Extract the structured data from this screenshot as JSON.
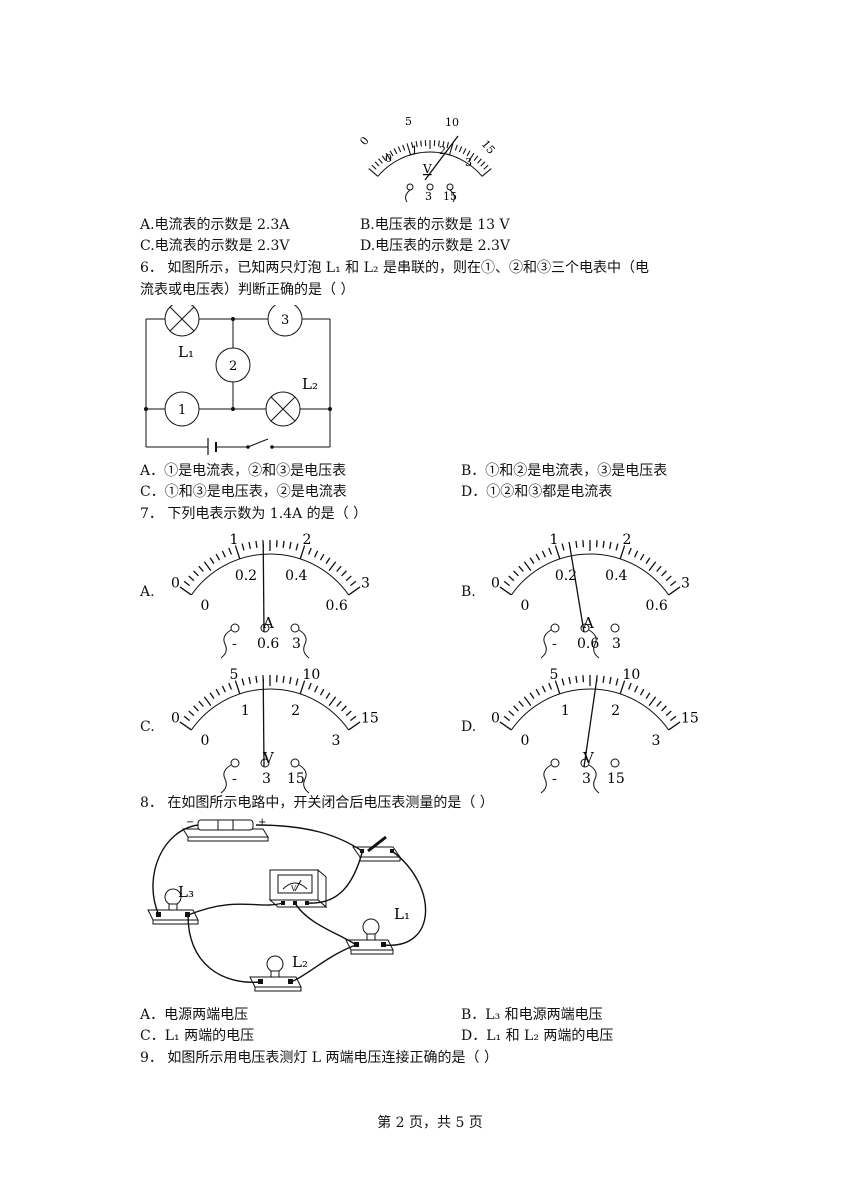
{
  "q5": {
    "meter": {
      "top_scale": [
        "0",
        "5",
        "10",
        "15"
      ],
      "bottom_scale": [
        "0",
        "1",
        "2",
        "3"
      ],
      "unit": "V",
      "terminals": [
        "3",
        "15"
      ]
    },
    "options": {
      "A": "A.电流表的示数是 2.3A",
      "B": "B.电压表的示数是 13 V",
      "C": "C.电流表的示数是 2.3V",
      "D": "D.电压表的示数是 2.3V"
    }
  },
  "q6": {
    "stem_line1": "6．   如图所示，已知两只灯泡 L₁ 和 L₂ 是串联的，则在①、②和③三个电表中（电",
    "stem_line2": "流表或电压表）判断正确的是（          ）",
    "circuit": {
      "m1": "1",
      "m2": "2",
      "m3": "3",
      "L1": "L₁",
      "L2": "L₂"
    },
    "options": {
      "A": "A．①是电流表，②和③是电压表",
      "B": "B．①和②是电流表，③是电压表",
      "C": "C．①和③是电压表，②是电流表",
      "D": "D．①②和③都是电流表"
    }
  },
  "q7": {
    "stem": "7．   下列电表示数为 1.4A 的是（          ）",
    "ammeter": {
      "top_scale": [
        "0",
        "1",
        "2",
        "3"
      ],
      "bottom_scale": [
        "0",
        "0.2",
        "0.4",
        "0.6"
      ],
      "unit": "A",
      "terminals": [
        "-",
        "0.6",
        "3"
      ]
    },
    "voltmeter": {
      "top_scale": [
        "0",
        "5",
        "10",
        "15"
      ],
      "bottom_scale": [
        "0",
        "1",
        "2",
        "3"
      ],
      "unit": "V",
      "terminals": [
        "-",
        "3",
        "15"
      ]
    },
    "labels": {
      "A": "A.",
      "B": "B.",
      "C": "C.",
      "D": "D."
    }
  },
  "q8": {
    "stem": "8．   在如图所示电路中，开关闭合后电压表测量的是（          ）",
    "circuit": {
      "L1": "L₁",
      "L2": "L₂",
      "L3": "L₃",
      "meter": "V",
      "minus": "−",
      "plus": "+"
    },
    "options": {
      "A": "A．电源两端电压",
      "B": "B．L₃ 和电源两端电压",
      "C": "C．L₁ 两端的电压",
      "D": "D．L₁ 和 L₂ 两端的电压"
    }
  },
  "q9": {
    "stem": "9．   如图所示用电压表测灯 L 两端电压连接正确的是（          ）"
  },
  "footer": "第 2 页，共 5 页"
}
